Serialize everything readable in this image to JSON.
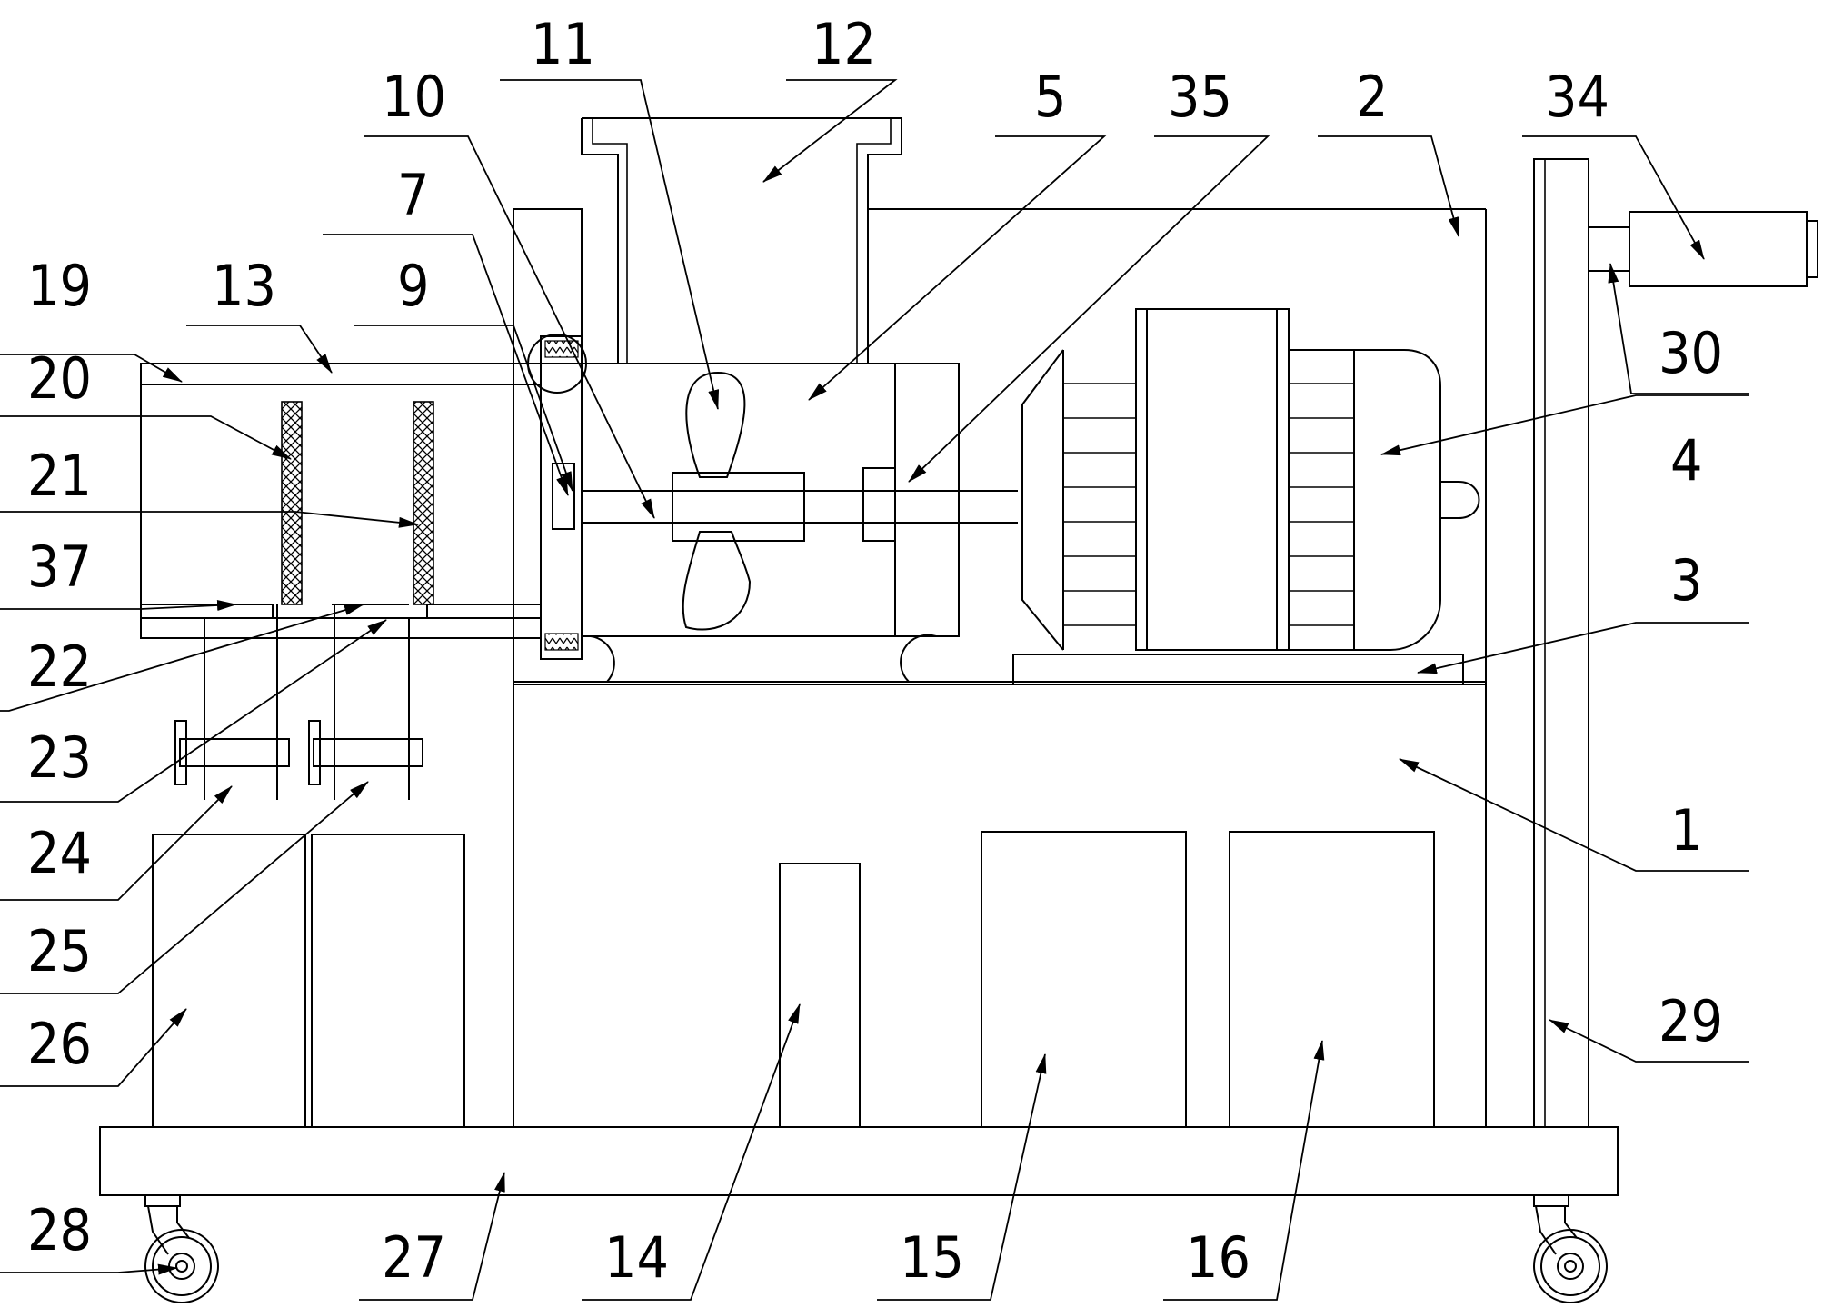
{
  "figure": {
    "labels": {
      "n1": "1",
      "n2": "2",
      "n3": "3",
      "n4": "4",
      "n5": "5",
      "n7": "7",
      "n9": "9",
      "n10": "10",
      "n11": "11",
      "n12": "12",
      "n13": "13",
      "n14": "14",
      "n15": "15",
      "n16": "16",
      "n19": "19",
      "n20": "20",
      "n21": "21",
      "n22": "22",
      "n23": "23",
      "n24": "24",
      "n25": "25",
      "n26": "26",
      "n27": "27",
      "n28": "28",
      "n29": "29",
      "n30": "30",
      "n34": "34",
      "n35": "35",
      "n37": "37"
    }
  }
}
